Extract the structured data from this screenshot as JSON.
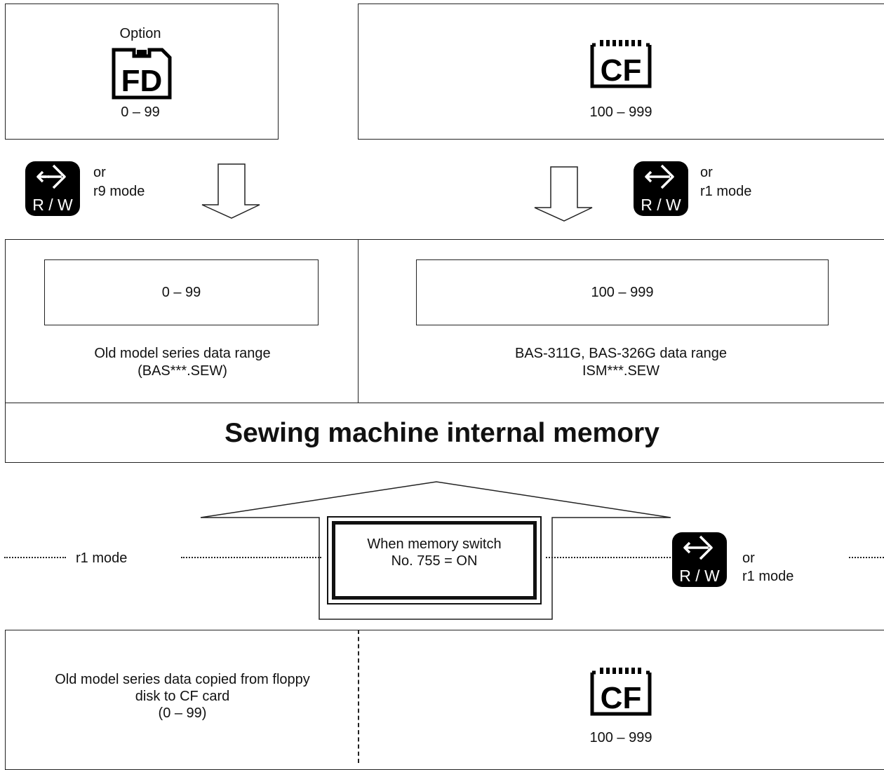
{
  "top_left_box": {
    "option_label": "Option",
    "range": "0 – 99",
    "icon": "fd-icon"
  },
  "top_right_box": {
    "range": "100 – 999",
    "icon": "cf-icon"
  },
  "left_read": {
    "or": "or",
    "mode": "r9 mode",
    "icon": "rw-icon"
  },
  "right_read": {
    "or": "or",
    "mode": "r1 mode",
    "icon": "rw-icon"
  },
  "memory": {
    "left_range": "0 – 99",
    "left_caption_1": "Old model series data range",
    "left_caption_2": "(BAS***.SEW)",
    "right_range": "100 – 999",
    "right_caption_1": "BAS-311G, BAS-326G data range",
    "right_caption_2": "ISM***.SEW",
    "title": "Sewing machine internal memory"
  },
  "condition": {
    "left_mode": "r1 mode",
    "switch_line_1": "When memory switch",
    "switch_line_2": "No. 755 = ON",
    "right_or": "or",
    "right_mode": "r1 mode"
  },
  "bottom": {
    "left_line_1": "Old model series data copied from floppy",
    "left_line_2": "disk to CF card",
    "left_line_3": "(0 – 99)",
    "right_range": "100 – 999",
    "icon": "cf-icon"
  },
  "colors": {
    "line": "#222222",
    "icon_bg": "#000000",
    "background": "#ffffff"
  }
}
